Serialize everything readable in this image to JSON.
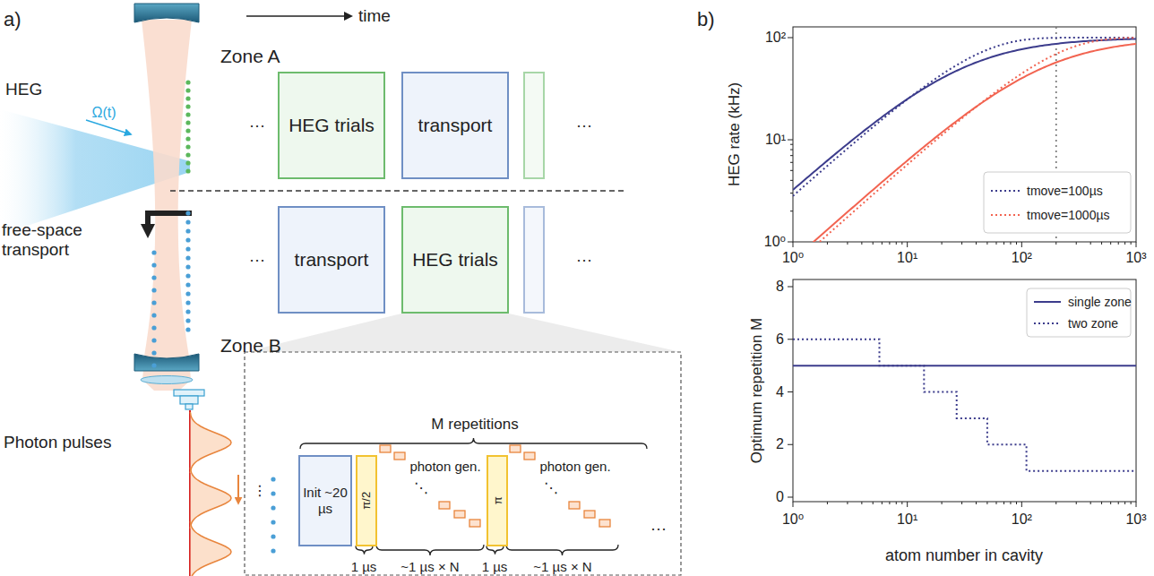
{
  "diagram": {
    "nodes": [
      {
        "text": [
          "HEG trials"
        ]
      },
      {
        "text": [
          "transport"
        ]
      },
      {
        "text": [
          "transport"
        ]
      },
      {
        "text": [
          "HEG trials"
        ]
      },
      {
        "text": [
          "Init ~20 µs"
        ]
      },
      {
        "text": [
          "π/2"
        ]
      },
      {
        "text": [
          "π"
        ]
      }
    ],
    "labels": [
      "a)",
      "time",
      "Zone A",
      "HEG",
      "Ω(t)",
      "free-space transport",
      "Zone B",
      "Photon pulses",
      "···",
      "···",
      "···",
      "···",
      "M repetitions",
      "photon gen.",
      "⋱",
      "photon gen.",
      "⋱",
      "1 µs",
      "~1 µs × N",
      "1 µs",
      "~1 µs × N",
      "···",
      "⋮",
      "b)",
      "10²",
      "10¹",
      "10⁰",
      "10⁰",
      "10¹",
      "10²",
      "10³",
      "HEG rate (kHz)",
      "8",
      "6",
      "4",
      "2",
      "0",
      "10⁰",
      "10¹",
      "10²",
      "10³",
      "Optimum repetition M",
      "atom number in cavity"
    ],
    "legend": [
      {
        "text": "tmove=100µs"
      },
      {
        "text": "tmove=1000µs"
      },
      {
        "text": "single zone"
      },
      {
        "text": "two zone"
      }
    ]
  }
}
